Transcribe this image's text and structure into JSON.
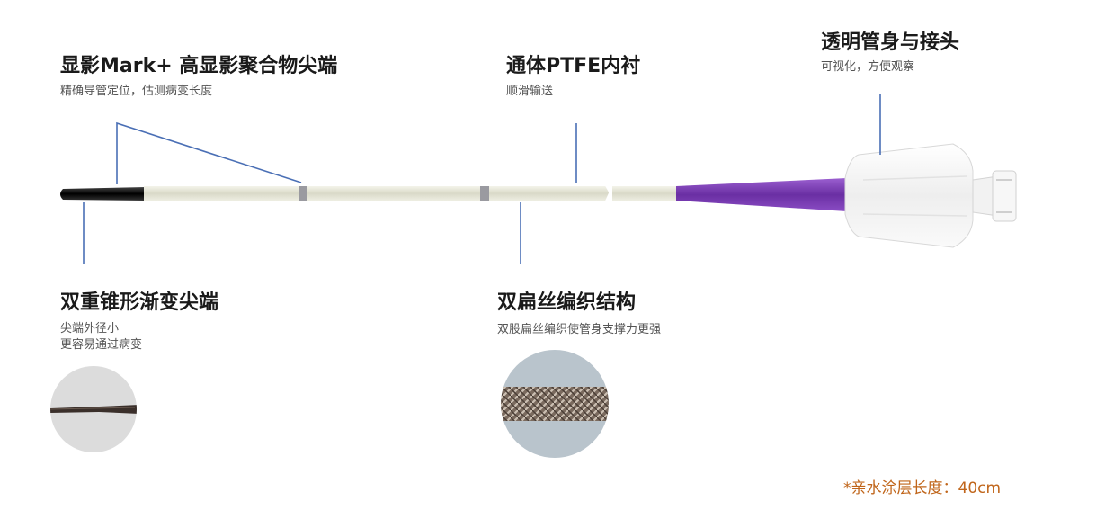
{
  "callouts": {
    "mark_tip": {
      "title": "显影Mark+ 高显影聚合物尖端",
      "subtitle": "精确导管定位，估测病变长度"
    },
    "ptfe": {
      "title": "通体PTFE内衬",
      "subtitle": "顺滑输送"
    },
    "connector": {
      "title": "透明管身与接头",
      "subtitle": "可视化，方便观察"
    },
    "taper": {
      "title": "双重锥形渐变尖端",
      "subtitle_lines": [
        "尖端外径小",
        "更容易通过病变"
      ]
    },
    "braid": {
      "title": "双扁丝编织结构",
      "subtitle": "双股扁丝编织使管身支撑力更强"
    }
  },
  "footnote": "*亲水涂层长度：40cm",
  "colors": {
    "leader_line": "#4a6fb5",
    "shaft": "#e6e6d8",
    "purple_hub": "#7a3fb0",
    "tip": "#111111",
    "footnote": "#c0651a"
  }
}
